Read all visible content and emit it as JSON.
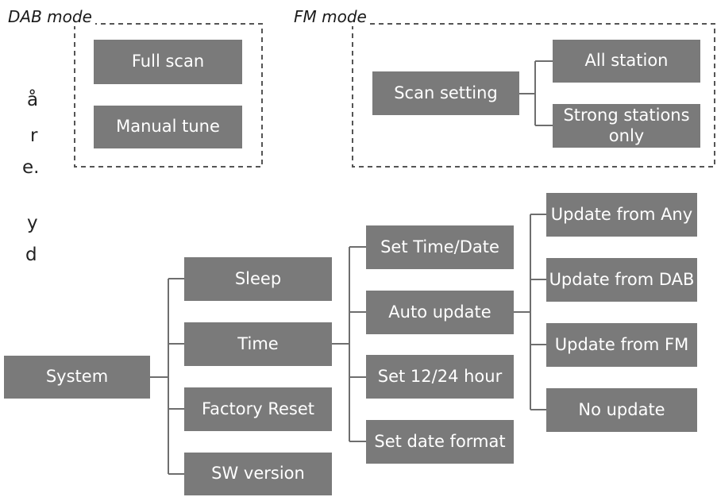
{
  "colors": {
    "box_fill": "#7a7a7a",
    "box_text": "#ffffff",
    "connector": "#6e6e6e",
    "dashed_border": "#555555",
    "margin_text": "#222222"
  },
  "margin_text_fragments": [
    "å",
    "r",
    "e.",
    "y",
    "d"
  ],
  "dab_group": {
    "label": "DAB mode",
    "items": [
      "Full scan",
      "Manual tune"
    ]
  },
  "fm_group": {
    "label": "FM mode",
    "root": "Scan setting",
    "options": [
      "All station",
      "Strong stations\nonly"
    ]
  },
  "system_tree": {
    "root": "System",
    "level1": [
      "Sleep",
      "Time",
      "Factory Reset",
      "SW version"
    ],
    "time_children": [
      "Set Time/Date",
      "Auto update",
      "Set 12/24 hour",
      "Set date format"
    ],
    "auto_update_children": [
      "Update from Any",
      "Update from DAB",
      "Update from FM",
      "No update"
    ]
  }
}
